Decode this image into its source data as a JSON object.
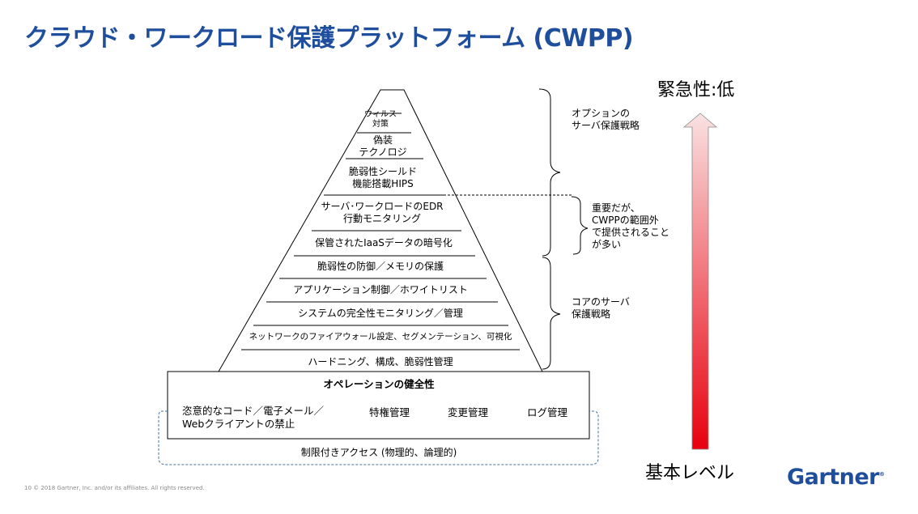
{
  "title": "クラウド・ワークロード保護プラットフォーム (CWPP)",
  "pyramid": [
    {
      "lines": [
        "ウィルス",
        "対策"
      ]
    },
    {
      "lines": [
        "偽装",
        "テクノロジ"
      ]
    },
    {
      "lines": [
        "脆弱性シールド",
        "機能搭載HIPS"
      ]
    },
    {
      "lines": [
        "サーバ･ワークロードのEDR",
        "行動モニタリング"
      ]
    },
    {
      "lines": [
        "保管されたIaaSデータの暗号化"
      ]
    },
    {
      "lines": [
        "脆弱性の防御／メモリの保護"
      ]
    },
    {
      "lines": [
        "アプリケーション制御／ホワイトリスト"
      ]
    },
    {
      "lines": [
        "システムの完全性モニタリング／管理"
      ]
    },
    {
      "lines": [
        "ネットワークのファイアウォール設定、セグメンテーション、可視化"
      ]
    },
    {
      "lines": [
        "ハードニング、構成、脆弱性管理"
      ]
    }
  ],
  "operations": {
    "title": "オペレーションの健全性",
    "items": [
      {
        "lines": [
          "恣意的なコード／電子メール／",
          "Webクライアントの禁止"
        ]
      },
      {
        "lines": [
          "特権管理"
        ]
      },
      {
        "lines": [
          "変更管理"
        ]
      },
      {
        "lines": [
          "ログ管理"
        ]
      }
    ]
  },
  "physical": "制限付きアクセス (物理的、論理的)",
  "side_labels": {
    "optional": [
      "オプションの",
      "サーバ保護戦略"
    ],
    "important": [
      "重要だが、",
      "CWPPの範囲外",
      "で提供されること",
      "が多い"
    ],
    "core": [
      "コアのサーバ",
      "保護戦略"
    ]
  },
  "urgency": {
    "top": "緊急性:低",
    "bottom": "基本レベル"
  },
  "footer": "10   © 2018 Gartner, Inc. and/or its affiliates. All rights reserved.",
  "logo": "Gartner",
  "logo_mark": "®",
  "colors": {
    "title": "#1f4e9c",
    "arrow_top": "#f9dede",
    "arrow_bottom": "#e8000e",
    "dashed_border": "#3f6f9f"
  }
}
